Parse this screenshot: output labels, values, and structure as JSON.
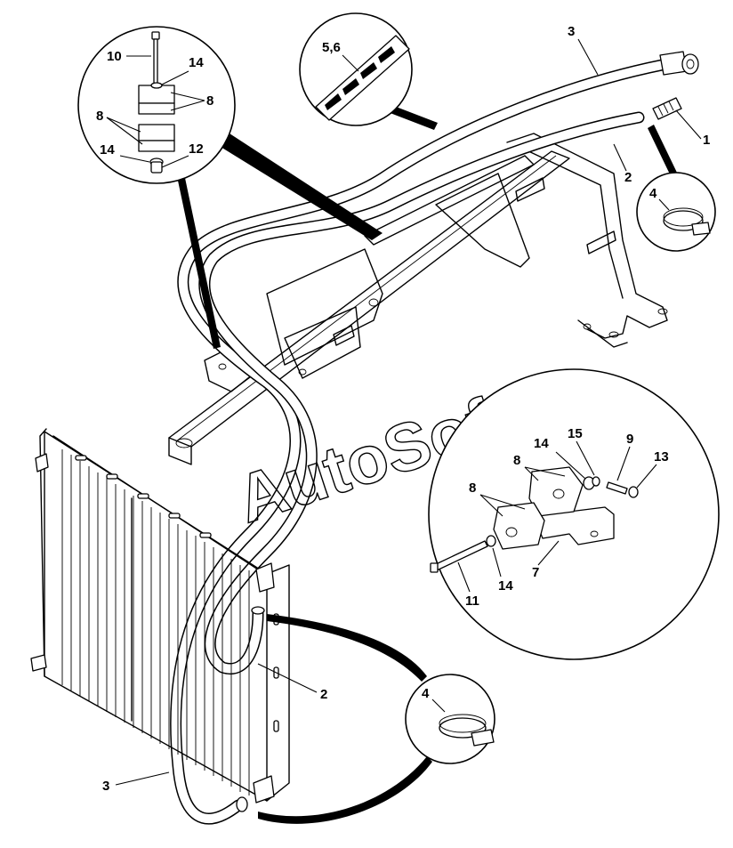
{
  "watermark": "AutoSoft",
  "callouts": {
    "c1": "1",
    "c2_top": "2",
    "c2_bottom": "2",
    "c3_top": "3",
    "c3_bottom": "3",
    "c4_top": "4",
    "c4_bottom": "4",
    "c56": "5,6",
    "c7": "7",
    "c8_tl_a": "8",
    "c8_tl_b": "8",
    "c8_r_a": "8",
    "c8_r_b": "8",
    "c9": "9",
    "c10": "10",
    "c11": "11",
    "c12": "12",
    "c13": "13",
    "c14_tl_a": "14",
    "c14_tl_b": "14",
    "c14_r_a": "14",
    "c14_r_b": "14",
    "c15": "15"
  }
}
